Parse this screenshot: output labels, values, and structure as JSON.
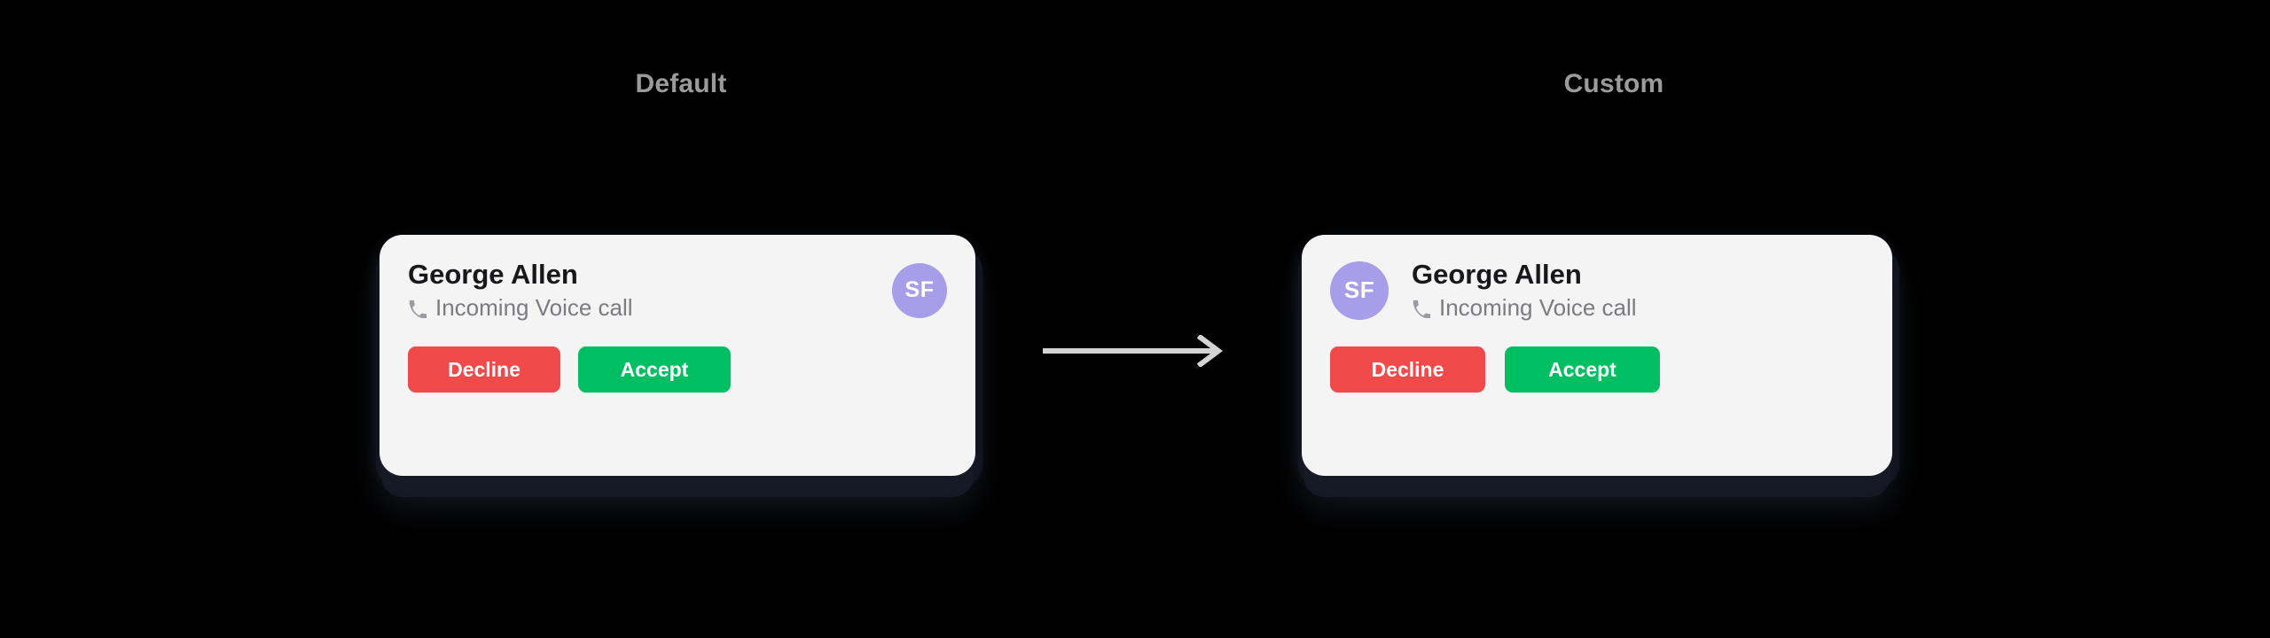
{
  "background_color": "#000000",
  "columns": [
    {
      "id": "default",
      "label": "Default"
    },
    {
      "id": "custom",
      "label": "Custom"
    }
  ],
  "arrow": {
    "icon": "arrow-right-icon",
    "color": "#d4d4d4"
  },
  "cards": {
    "default": {
      "variant": "Default",
      "avatar_position": "right",
      "background_color": "#f4f4f5",
      "contact_name": "George Allen",
      "call_status": "Incoming Voice call",
      "status_icon": "phone-icon",
      "status_icon_color": "#9a9aa0",
      "avatar": {
        "initials": "SF",
        "background_color": "#a79de8",
        "text_color": "#ffffff"
      },
      "buttons": [
        {
          "id": "decline",
          "label": "Decline",
          "color": "#f04a4a"
        },
        {
          "id": "accept",
          "label": "Accept",
          "color": "#00bf63"
        }
      ]
    },
    "custom": {
      "variant": "Custom",
      "avatar_position": "left",
      "background_color": "#f4f4f5",
      "contact_name": "George Allen",
      "call_status": "Incoming Voice call",
      "status_icon": "phone-icon",
      "status_icon_color": "#9a9aa0",
      "avatar": {
        "initials": "SF",
        "background_color": "#a79de8",
        "text_color": "#ffffff"
      },
      "buttons": [
        {
          "id": "decline",
          "label": "Decline",
          "color": "#f04a4a"
        },
        {
          "id": "accept",
          "label": "Accept",
          "color": "#00bf63"
        }
      ]
    }
  }
}
